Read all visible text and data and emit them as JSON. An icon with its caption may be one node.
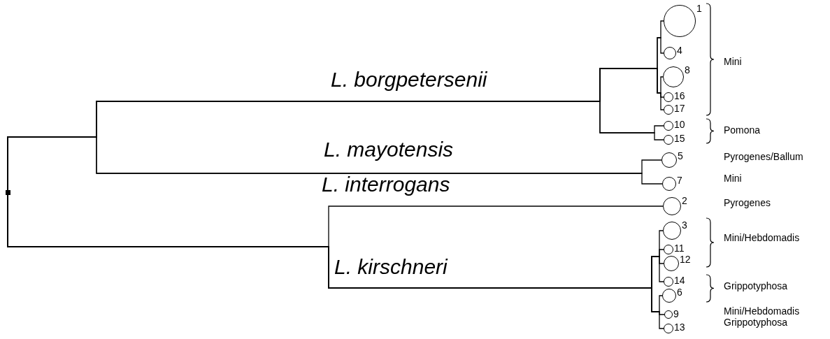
{
  "diagram": {
    "nodes": [
      {
        "text": [],
        "shape": "box"
      },
      {
        "text": [],
        "shape": "circle",
        "beside": [
          "1"
        ]
      },
      {
        "text": [],
        "shape": "circle",
        "beside": [
          "4"
        ]
      },
      {
        "text": [],
        "shape": "circle",
        "beside": [
          "8"
        ]
      },
      {
        "text": [],
        "shape": "circle",
        "beside": [
          "16"
        ]
      },
      {
        "text": [],
        "shape": "circle",
        "beside": [
          "17"
        ]
      },
      {
        "text": [],
        "shape": "circle",
        "beside": [
          "10"
        ]
      },
      {
        "text": [],
        "shape": "circle",
        "beside": [
          "15"
        ]
      },
      {
        "text": [],
        "shape": "circle",
        "beside": [
          "5"
        ]
      },
      {
        "text": [],
        "shape": "circle",
        "beside": [
          "7"
        ]
      },
      {
        "text": [],
        "shape": "circle",
        "beside": [
          "2"
        ]
      },
      {
        "text": [],
        "shape": "circle",
        "beside": [
          "3"
        ]
      },
      {
        "text": [],
        "shape": "circle",
        "beside": [
          "11"
        ]
      },
      {
        "text": [],
        "shape": "circle",
        "beside": [
          "12"
        ]
      },
      {
        "text": [],
        "shape": "circle",
        "beside": [
          "14"
        ]
      },
      {
        "text": [],
        "shape": "circle",
        "beside": [
          "6"
        ]
      },
      {
        "text": [],
        "shape": "circle",
        "beside": [
          "9"
        ]
      },
      {
        "text": [],
        "shape": "circle",
        "beside": [
          "13"
        ]
      }
    ],
    "edges": [
      {
        "from": 0,
        "to": 1,
        "arrow": "none"
      },
      {
        "from": 0,
        "to": 2,
        "arrow": "none"
      },
      {
        "from": 0,
        "to": 3,
        "arrow": "none"
      },
      {
        "from": 0,
        "to": 4,
        "arrow": "none"
      },
      {
        "from": 0,
        "to": 5,
        "arrow": "none"
      },
      {
        "from": 0,
        "to": 6,
        "arrow": "none"
      },
      {
        "from": 0,
        "to": 7,
        "arrow": "none"
      },
      {
        "from": 0,
        "to": 8,
        "arrow": "none"
      },
      {
        "from": 0,
        "to": 9,
        "arrow": "none"
      },
      {
        "from": 0,
        "to": 10,
        "arrow": "none"
      },
      {
        "from": 0,
        "to": 11,
        "arrow": "none"
      },
      {
        "from": 0,
        "to": 12,
        "arrow": "none"
      },
      {
        "from": 0,
        "to": 13,
        "arrow": "none"
      },
      {
        "from": 0,
        "to": 14,
        "arrow": "none"
      },
      {
        "from": 0,
        "to": 15,
        "arrow": "none"
      },
      {
        "from": 0,
        "to": 16,
        "arrow": "none"
      },
      {
        "from": 0,
        "to": 17,
        "arrow": "none"
      }
    ],
    "labels": [
      "L. borgpetersenii",
      "L. mayotensis",
      "L. interrogans",
      "L. kirschneri",
      "Mini",
      "Pomona",
      "Pyrogenes/Ballum",
      "Mini",
      "Pyrogenes",
      "Mini/Hebdomadis",
      "Grippotyphosa",
      "Mini/Hebdomadis",
      "Grippotyphosa"
    ]
  }
}
